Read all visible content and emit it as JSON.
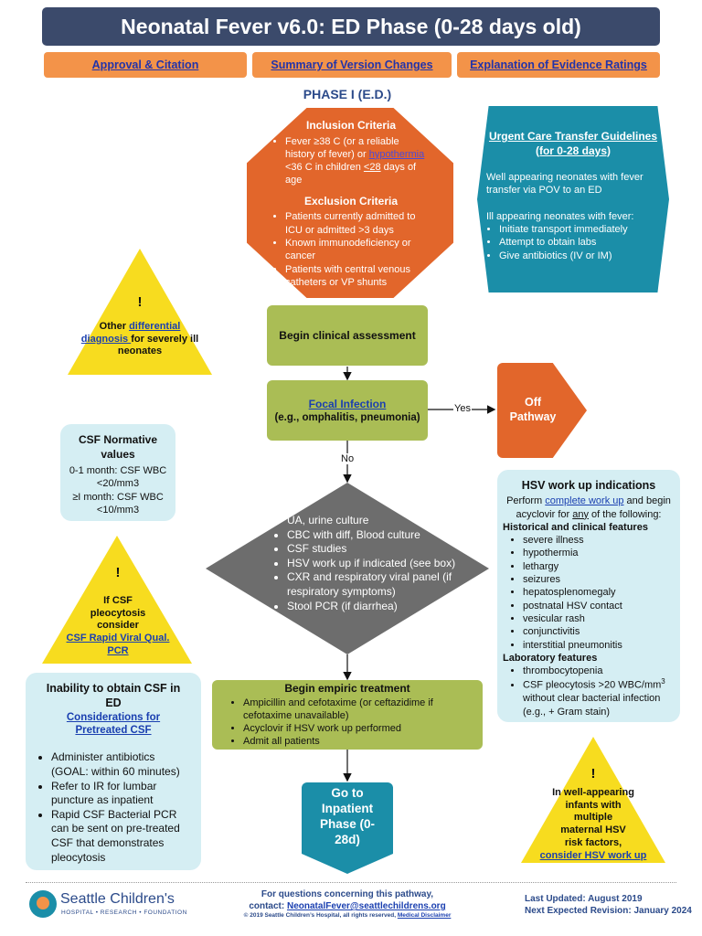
{
  "header": {
    "title": "Neonatal Fever v6.0: ED Phase (0-28 days old)",
    "links": [
      "Approval & Citation",
      "Summary of Version Changes",
      "Explanation of Evidence Ratings"
    ],
    "phase": "PHASE I (E.D.)"
  },
  "inclusion": {
    "title": "Inclusion Criteria",
    "item_pre": "Fever ≥38 C (or a reliable history of fever) or ",
    "item_link": "hypothermia",
    "item_mid": " <36 C in children ",
    "item_link2": "<28",
    "item_post": " days of age"
  },
  "exclusion": {
    "title": "Exclusion Criteria",
    "items": [
      "Patients currently admitted to ICU or admitted >3 days",
      "Known immunodeficiency or cancer",
      "Patients with central venous catheters or VP shunts"
    ]
  },
  "urgent_care": {
    "title": "Urgent Care Transfer Guidelines (for 0-28 days)",
    "well": "Well appearing neonates with fever transfer via POV to an ED",
    "ill": "Ill appearing neonates with fever:",
    "items": [
      "Initiate transport immediately",
      "Attempt to obtain labs",
      "Give antibiotics (IV or IM)"
    ]
  },
  "warn_ddx": {
    "mark": "!",
    "pre": "Other ",
    "link": "differential diagnosis ",
    "post": "for severely ill neonates"
  },
  "assessment": {
    "label": "Begin clinical assessment"
  },
  "focal": {
    "link": "Focal Infection",
    "sub": "(e.g., omphalitis, pneumonia)"
  },
  "yes_label": "Yes",
  "no_label": "No",
  "off_pathway": "Off Pathway",
  "csf_norm": {
    "title": "CSF Normative values",
    "line1": "0-1 month: CSF WBC <20/mm3",
    "line2": "≥I month: CSF WBC <10/mm3"
  },
  "workup": {
    "items": [
      "UA, urine culture",
      "CBC with diff, Blood culture",
      "CSF studies",
      "HSV work up if indicated (see box)",
      "CXR and respiratory viral panel (if respiratory symptoms)",
      "Stool PCR (if diarrhea)"
    ]
  },
  "hsv": {
    "title": "HSV work up indications",
    "perform_pre": "Perform ",
    "perform_link": "complete work up",
    "perform_mid": " and begin acyclovir for ",
    "perform_any": "any",
    "perform_post": " of the following:",
    "hist_title": "Historical and clinical features",
    "hist_items": [
      "severe illness",
      "hypothermia",
      "lethargy",
      "seizures",
      "hepatosplenomegaly",
      "postnatal HSV contact",
      "vesicular rash",
      "conjunctivitis",
      "interstitial pneumonitis"
    ],
    "lab_title": "Laboratory features",
    "lab_item1": "thrombocytopenia",
    "lab_item2_pre": "CSF pleocytosis >20 WBC/mm",
    "lab_item2_sup": "3",
    "lab_item2_post": " without clear bacterial infection (e.g., + Gram stain)"
  },
  "warn_csf": {
    "mark": "!",
    "text": "If CSF pleocytosis consider",
    "link": "CSF Rapid Viral Qual. PCR"
  },
  "inability": {
    "title": "Inability to obtain CSF in ED",
    "link": "Considerations for Pretreated CSF",
    "items": [
      "Administer antibiotics (GOAL: within 60 minutes)",
      "Refer to IR for lumbar puncture as inpatient",
      "Rapid CSF Bacterial PCR can be sent on pre-treated CSF that demonstrates pleocytosis"
    ]
  },
  "empiric": {
    "title": "Begin empiric treatment",
    "items": [
      "Ampicillin and cefotaxime (or ceftazidime if cefotaxime unavailable)",
      "Acyclovir if HSV work up performed",
      "Admit all patients"
    ]
  },
  "inpatient": "Go to Inpatient Phase (0-28d)",
  "warn_hsv": {
    "mark": "!",
    "text": "In well-appearing infants with multiple maternal HSV risk factors,",
    "link": "consider HSV work up"
  },
  "footer": {
    "logo_name": "Seattle Children's",
    "logo_sub": "HOSPITAL • RESEARCH • FOUNDATION",
    "questions": "For questions concerning this pathway,",
    "contact_pre": "contact: ",
    "contact_email": "NeonatalFever@seattlechildrens.org",
    "copyright": "© 2019 Seattle Children’s Hospital, all rights reserved, ",
    "disclaimer": "Medical Disclaimer",
    "updated": "Last Updated: August 2019",
    "revision": "Next Expected Revision: January 2024"
  },
  "colors": {
    "navy": "#3b4a6b",
    "orange": "#e2662b",
    "teal": "#1b8ea8",
    "green": "#aabd55",
    "yellow": "#f7dc1f",
    "gray": "#6d6d6d",
    "lightblue": "#d5eef3"
  }
}
